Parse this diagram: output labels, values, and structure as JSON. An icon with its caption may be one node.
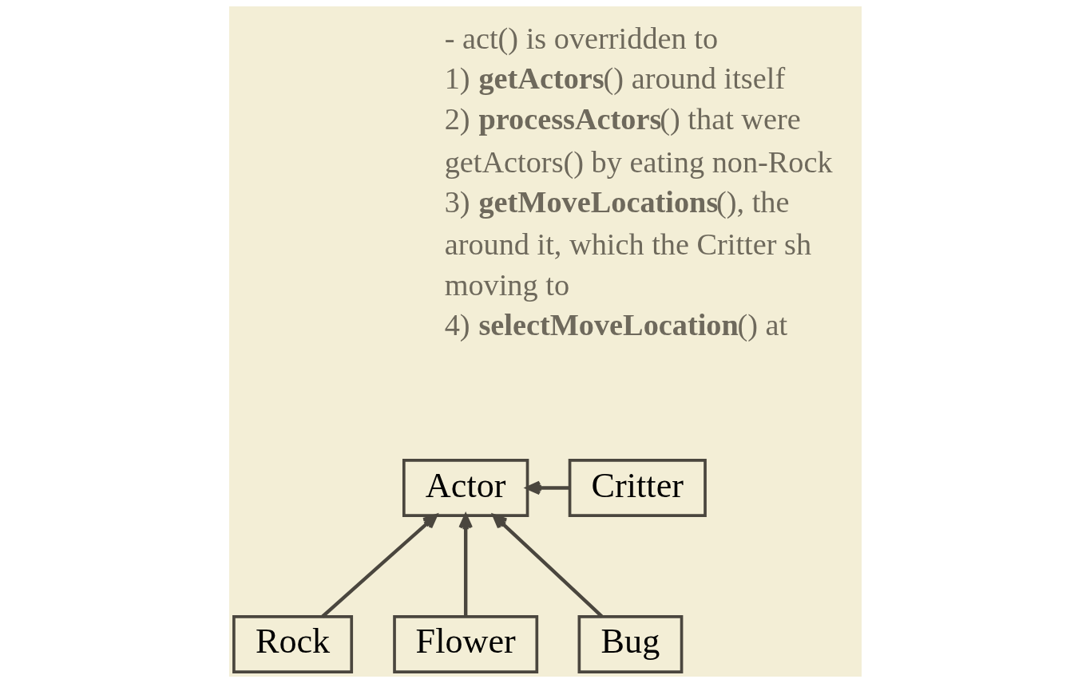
{
  "diagram": {
    "nodes": [
      {
        "text": [
          "Actor"
        ]
      },
      {
        "text": [
          "Critter"
        ]
      },
      {
        "text": [
          "Rock"
        ]
      },
      {
        "text": [
          "Flower"
        ]
      },
      {
        "text": [
          "Bug"
        ]
      }
    ],
    "edges": [
      {
        "from": 1,
        "to": 0,
        "arrow": "to"
      },
      {
        "from": 2,
        "to": 0,
        "arrow": "to"
      },
      {
        "from": 3,
        "to": 0,
        "arrow": "to"
      },
      {
        "from": 4,
        "to": 0,
        "arrow": "to"
      }
    ],
    "labels": [
      "- act() is overridden to",
      "1) **getActors**() around itself",
      "2) **processActors**() that were",
      "getActors() by eating non-Rock",
      "3) **getMoveLocations**(), the",
      "around it, which the Critter sh",
      "moving to",
      "4) **selectMoveLocation**() at"
    ]
  }
}
